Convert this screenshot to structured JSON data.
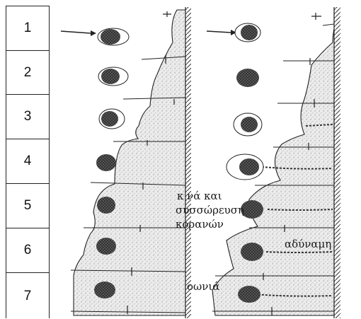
{
  "rows": [
    {
      "label": "1"
    },
    {
      "label": "2"
    },
    {
      "label": "3"
    },
    {
      "label": "4"
    },
    {
      "label": "5"
    },
    {
      "label": "6"
    },
    {
      "label": "7"
    }
  ],
  "annotations": {
    "line1": "κ νά και",
    "line2": "συσσώρευση",
    "line3": "κορανών",
    "weak": "αδύναμη",
    "corner": "οωνιά"
  },
  "colors": {
    "ink": "#1a1a1a",
    "stipple": "#e2e2e2",
    "cell_fill": "#6b6b6b"
  }
}
